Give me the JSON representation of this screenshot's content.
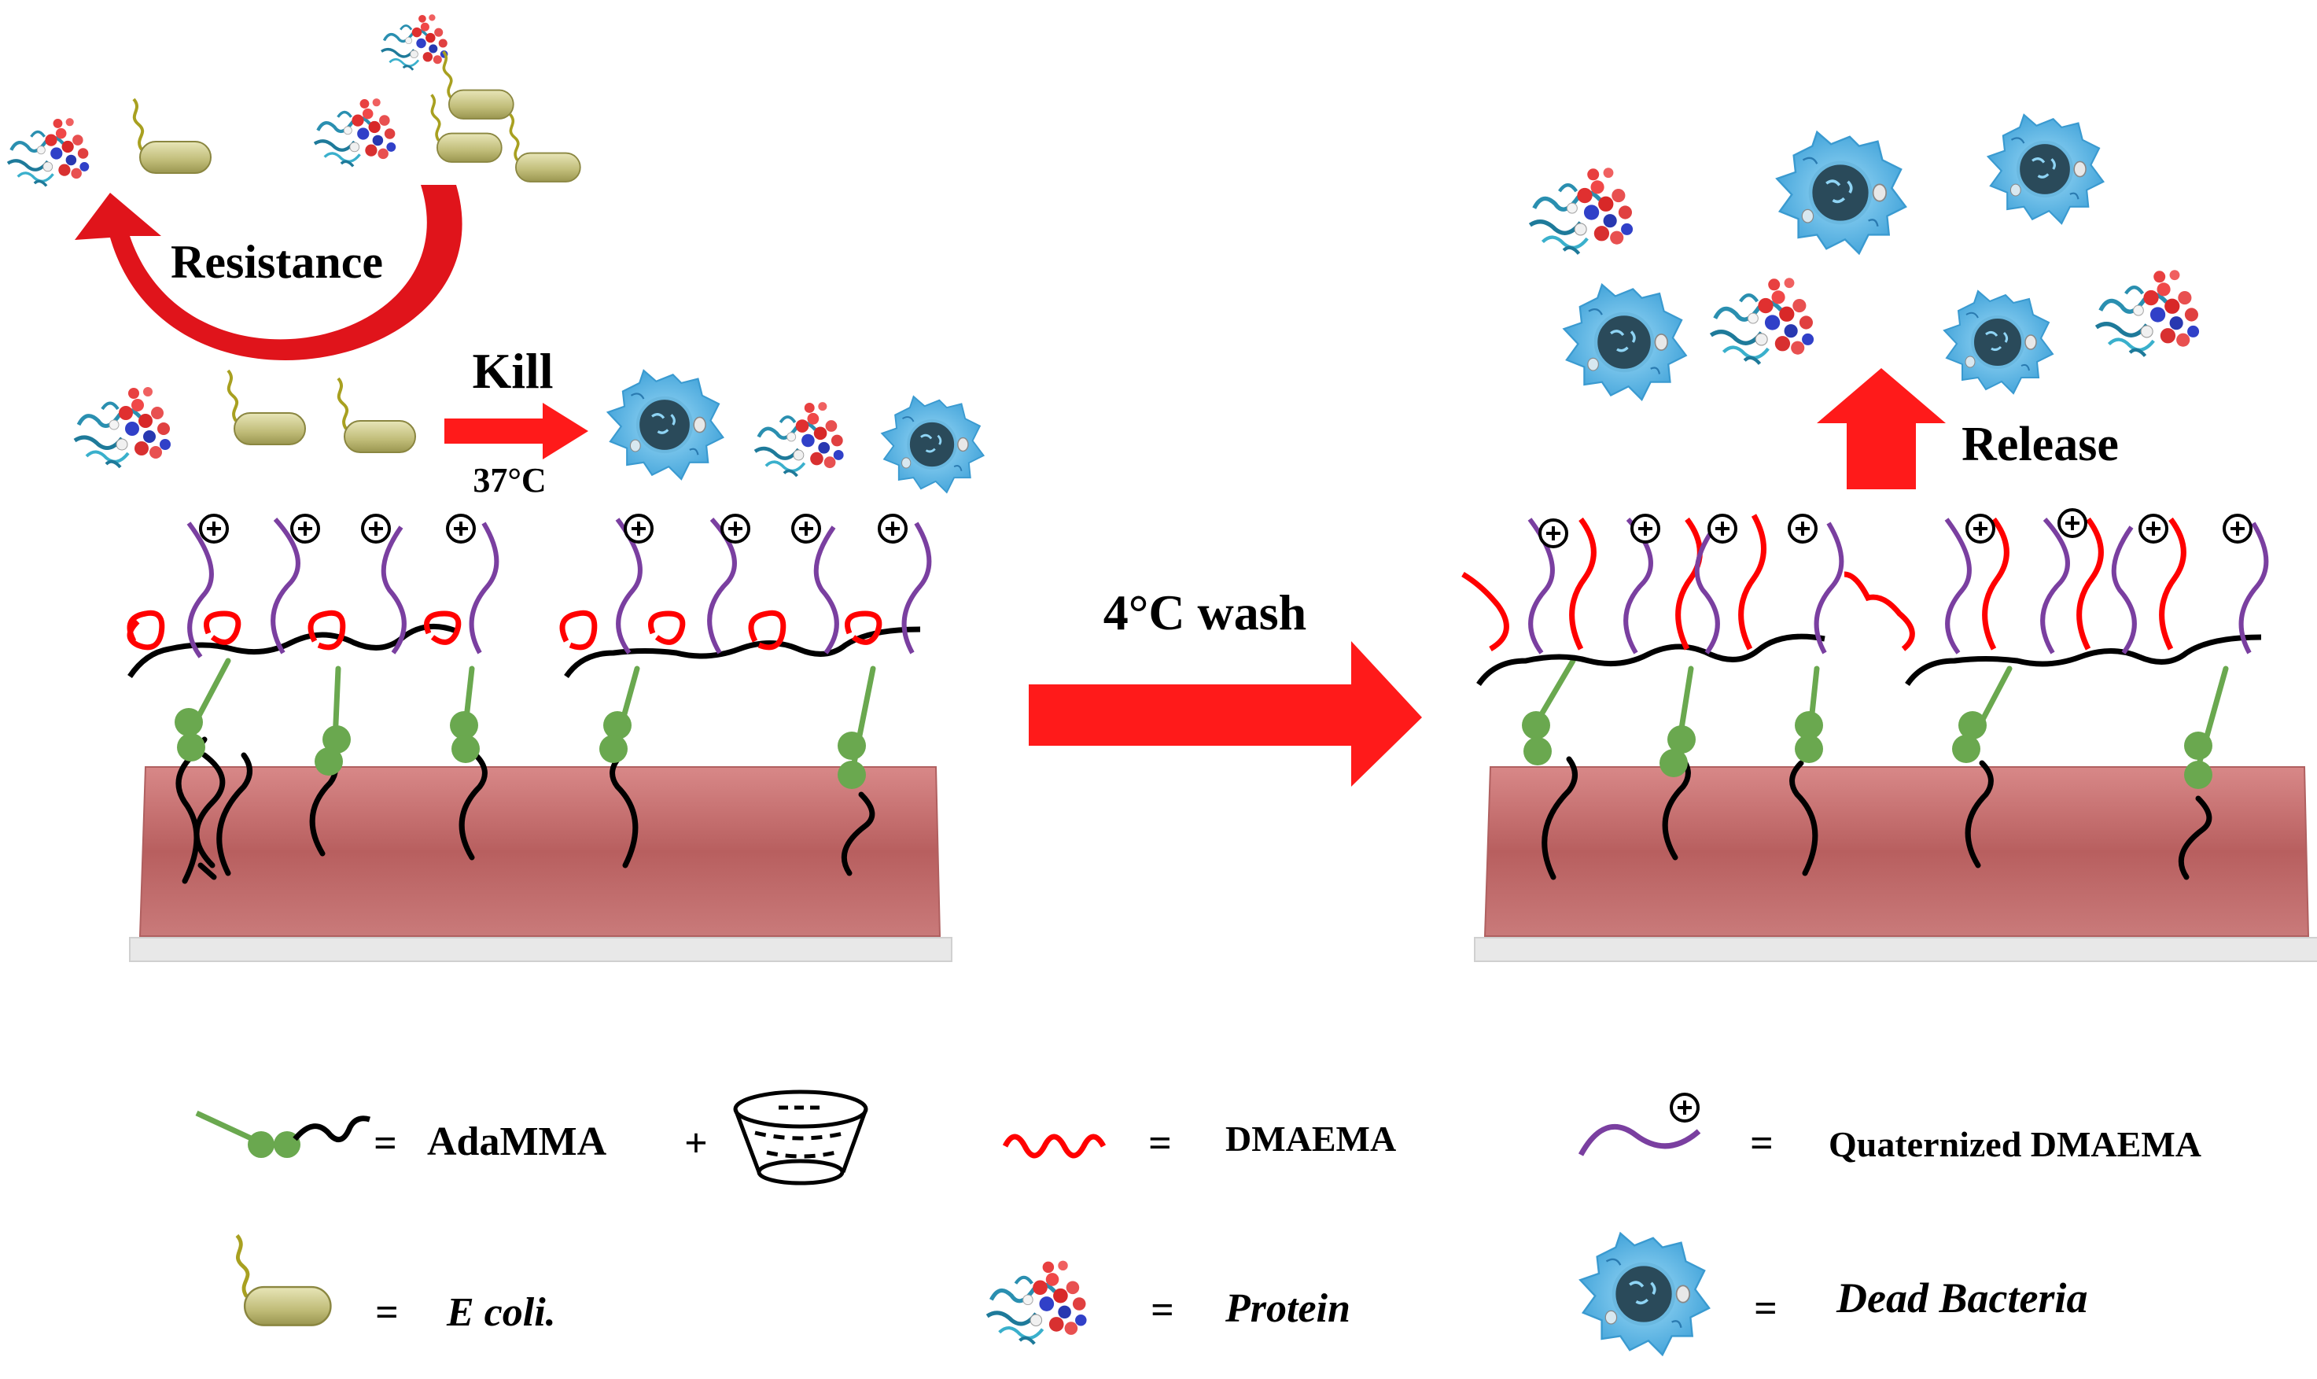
{
  "labels": {
    "resistance": "Resistance",
    "kill": "Kill",
    "temp_37": "37°C",
    "wash_4": "4°C wash",
    "release": "Release"
  },
  "legend": {
    "equals": "=",
    "plus": "+",
    "adamma": "AdaMMA",
    "dmaema": "DMAEMA",
    "quaternized_dmaema": "Quaternized DMAEMA",
    "ecoli": "E coli.",
    "protein": "Protein",
    "dead_bacteria": "Dead Bacteria"
  },
  "colors": {
    "arrow_red": "#ff1a1a",
    "resistance_arrow": "#e0141b",
    "dmaema_chain": "#ff0000",
    "quaternized_chain": "#7a3fa0",
    "backbone": "#000000",
    "anchor_green": "#6aa84f",
    "substrate": "#c26a6a",
    "ecoli_body": "#c8c48a",
    "ecoli_flagella": "#a8a020",
    "dead_bacteria": "#5bb8e8",
    "protein": "#3aa0c0"
  },
  "icons": {
    "charge": "plus-in-circle",
    "cyclodextrin": "cyclodextrin-cup-icon",
    "protein": "protein-structure-icon",
    "dead_bacteria": "dead-bacteria-icon",
    "ecoli": "ecoli-icon"
  }
}
